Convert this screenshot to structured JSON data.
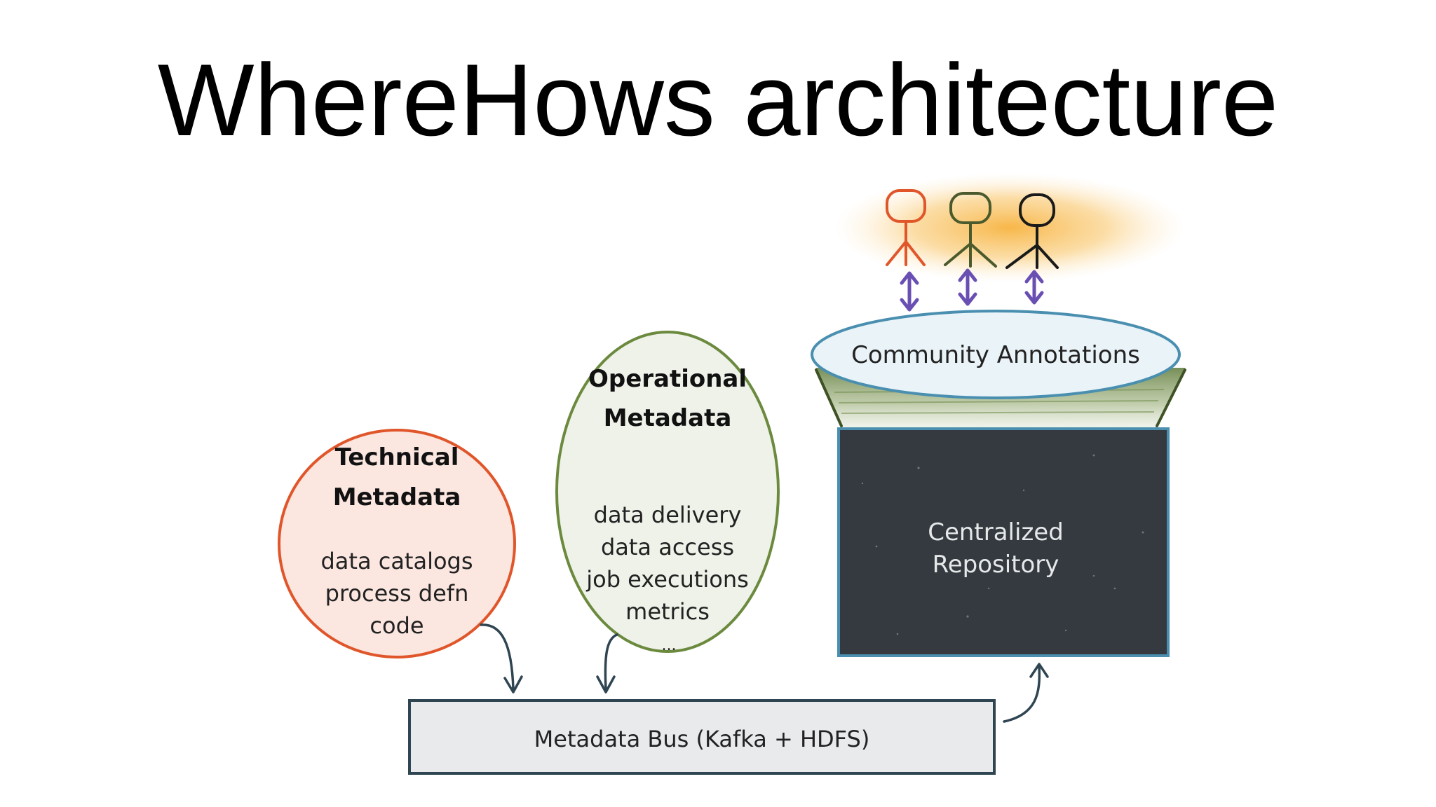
{
  "title": "WhereHows architecture",
  "technical": {
    "heading_line1": "Technical",
    "heading_line2": "Metadata",
    "items": [
      "data catalogs",
      "process defn",
      "code"
    ]
  },
  "operational": {
    "heading_line1": "Operational",
    "heading_line2": "Metadata",
    "items": [
      "data delivery",
      "data access",
      "job executions",
      "metrics"
    ],
    "ellipsis": "..."
  },
  "community": {
    "label": "Community Annotations"
  },
  "repository": {
    "line1": "Centralized",
    "line2": "Repository"
  },
  "bus": {
    "label": "Metadata Bus (Kafka + HDFS)"
  },
  "colors": {
    "technical_stroke": "#e0562a",
    "technical_fill": "#fbe6e0",
    "operational_stroke": "#6b8a3e",
    "operational_fill": "#eef2e8",
    "community_stroke": "#4a8fb0",
    "community_fill": "#e9f3f8",
    "repository_fill": "#343a3f",
    "repository_stroke": "#4a8fb0",
    "bus_fill": "#e8eaec",
    "bus_stroke": "#2f4552",
    "arrow_dark": "#2f4552",
    "arrow_purple": "#6a4fb3",
    "glow": "#f7b340",
    "figure_orange": "#e0562a",
    "figure_green": "#4b5a2c",
    "figure_black": "#1a1a1a"
  },
  "icons": [
    "user-orange-icon",
    "user-green-icon",
    "user-black-icon",
    "double-arrow-icon",
    "arrow-icon"
  ]
}
